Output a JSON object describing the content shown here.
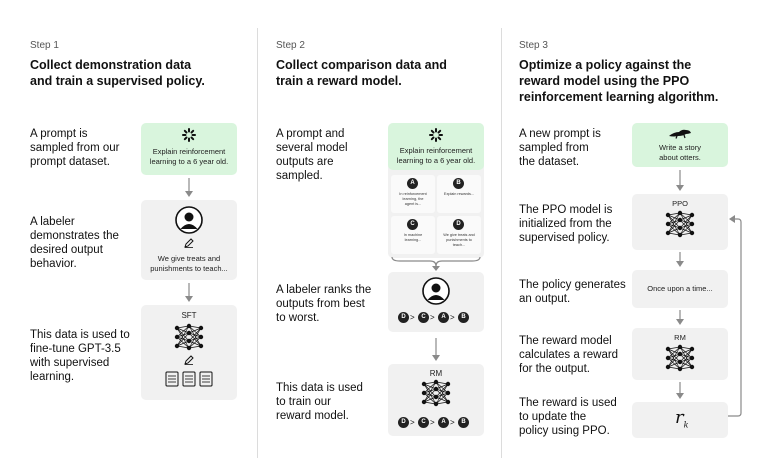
{
  "steps": [
    {
      "label": "Step 1",
      "title_line1": "Collect demonstration data",
      "title_line2": "and train a supervised policy.",
      "desc1": [
        "A prompt is",
        "sampled from our",
        "prompt dataset."
      ],
      "desc2": [
        "A labeler",
        "demonstrates the",
        "desired output",
        "behavior."
      ],
      "desc3": [
        "This data is used to",
        "fine-tune GPT-3.5",
        "with supervised",
        "learning."
      ],
      "prompt_card": [
        "Explain reinforcement",
        "learning to a 6 year old."
      ],
      "labeler_card": [
        "We give treats and",
        "punishments to teach..."
      ],
      "model_label": "SFT"
    },
    {
      "label": "Step 2",
      "title_line1": "Collect comparison data and",
      "title_line2": "train a reward model.",
      "desc1": [
        "A prompt and",
        "several model",
        "outputs are",
        "sampled."
      ],
      "desc2": [
        "A labeler ranks the",
        "outputs from best",
        "to worst."
      ],
      "desc3": [
        "This data is used",
        "to train our",
        "reward model."
      ],
      "prompt_card": [
        "Explain reinforcement",
        "learning to a 6 year old."
      ],
      "outputs": [
        {
          "letter": "A",
          "text": [
            "In reinforcement",
            "learning, the",
            "agent is..."
          ]
        },
        {
          "letter": "B",
          "text": [
            "Explain rewards..."
          ]
        },
        {
          "letter": "C",
          "text": [
            "In machine",
            "learning..."
          ]
        },
        {
          "letter": "D",
          "text": [
            "We give treats and",
            "punishments to",
            "teach..."
          ]
        }
      ],
      "ranking": [
        "D",
        "C",
        "A",
        "B"
      ],
      "model_label": "RM"
    },
    {
      "label": "Step 3",
      "title_line1": "Optimize a policy against the",
      "title_line2": "reward model using the PPO",
      "title_line3": "reinforcement learning algorithm.",
      "desc1": [
        "A new prompt is",
        "sampled from",
        "the dataset."
      ],
      "desc2": [
        "The PPO model is",
        "initialized from the",
        "supervised policy."
      ],
      "desc3": [
        "The policy generates",
        "an output."
      ],
      "desc4": [
        "The reward model",
        "calculates a reward",
        "for the output."
      ],
      "desc5": [
        "The reward is used",
        "to update the",
        "policy using PPO."
      ],
      "prompt_card": [
        "Write a story",
        "about otters."
      ],
      "ppo_label": "PPO",
      "output_text": "Once upon a time...",
      "rm_label": "RM",
      "reward_symbol": "r",
      "reward_subscript": "k"
    }
  ],
  "colors": {
    "green_card": "#d9f5dd",
    "gray_card": "#f1f1f1",
    "arrow": "#8a8a8a"
  }
}
